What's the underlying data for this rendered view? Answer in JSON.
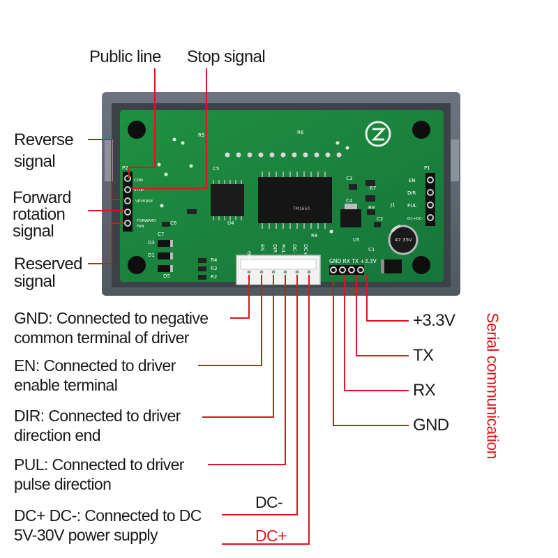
{
  "top_labels": {
    "public_line": "Public line",
    "stop_signal": "Stop signal"
  },
  "left_labels": {
    "reverse_signal_1": "Reverse",
    "reverse_signal_2": "signal",
    "forward_1": "Forward",
    "forward_2": "rotation",
    "forward_3": "signal",
    "reserved_1": "Reserved",
    "reserved_2": "signal"
  },
  "bottom_labels": {
    "gnd_1": "GND: Connected to negative",
    "gnd_2": "common terminal of driver",
    "en_1": "EN: Connected to driver",
    "en_2": "enable terminal",
    "dir_1": "DIR: Connected to driver",
    "dir_2": "direction end",
    "pul_1": "PUL: Connected to driver",
    "pul_2": "pulse direction",
    "dc_1": "DC+ DC-: Connected to DC",
    "dc_2": "5V-30V power supply",
    "dc_minus": "DC-",
    "dc_plus": "DC+"
  },
  "serial_labels": {
    "v33": "+3.3V",
    "tx": "TX",
    "rx": "RX",
    "gnd": "GND",
    "title": "Serial communication"
  },
  "board_silkscreen": {
    "p2": "P2",
    "com": "COM",
    "stop": "STOP",
    "veverse": "VEVERSE",
    "forward": "FORWARD",
    "fan": "FAN",
    "r5": "R5",
    "r6": "R6",
    "c5": "C5",
    "c6": "C6",
    "c7": "C7",
    "u4": "U4",
    "d1": "D1",
    "d3": "D3",
    "d5": "D5",
    "r2": "R2",
    "r3": "R3",
    "r4": "R4",
    "r7": "R7",
    "r8": "R8",
    "r9": "R9",
    "c1": "C1",
    "c2": "C2",
    "c3": "C3",
    "c4": "C4",
    "u5": "U5",
    "j1": "J1",
    "p1": "P1",
    "en": "EN",
    "dir": "DIR",
    "pul": "PUL",
    "dcdc": "DC+DC-",
    "gnd": "GND",
    "dc_minus": "DC-",
    "dc_plus": "DC+",
    "serial_header": "GND RX  TX +3.3V",
    "cap_text": "47 35V",
    "ic_text": "TM1650"
  },
  "colors": {
    "accent_red": "#e0141e",
    "pcb_green": "#1f8a3a",
    "enclosure_gray": "#5d6670"
  }
}
